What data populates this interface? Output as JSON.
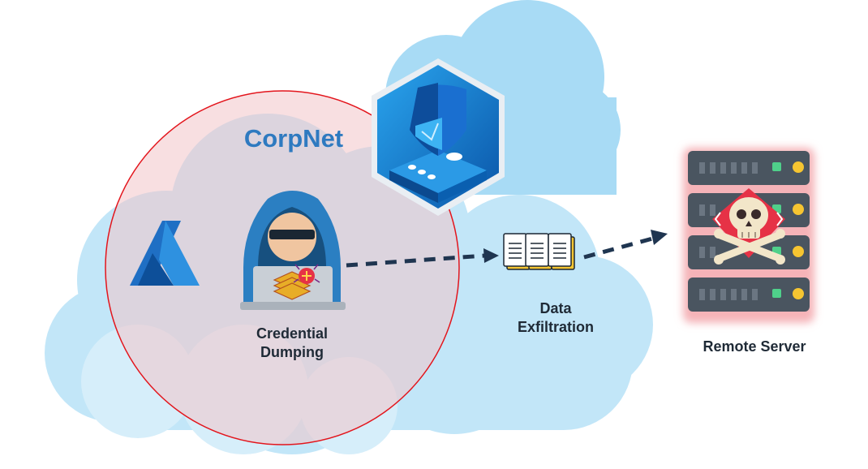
{
  "diagram": {
    "network_title": "CorpNet",
    "credential_label_line1": "Credential",
    "credential_label_line2": "Dumping",
    "exfil_label_line1": "Data",
    "exfil_label_line2": "Exfiltration",
    "server_label": "Remote Server"
  },
  "colors": {
    "cloud": "#b9e1f6",
    "cloud_dark": "#9fd3f0",
    "corpnet_circle_fill": "#f2c4c8",
    "corpnet_circle_stroke": "#e3151c",
    "title_blue": "#2e7ac0",
    "arrow": "#1f3550",
    "server_body": "#4a5560",
    "server_glow": "#f5b3b8",
    "led_green": "#4fd08a",
    "led_yellow": "#f6c531",
    "shield_hex": "#0f74c9"
  },
  "icons": [
    "cloud-icon",
    "azure-logo-icon",
    "defender-shield-icon",
    "hacker-icon",
    "malware-bug-icon",
    "documents-icon",
    "server-rack-icon",
    "skull-crossbones-icon"
  ]
}
